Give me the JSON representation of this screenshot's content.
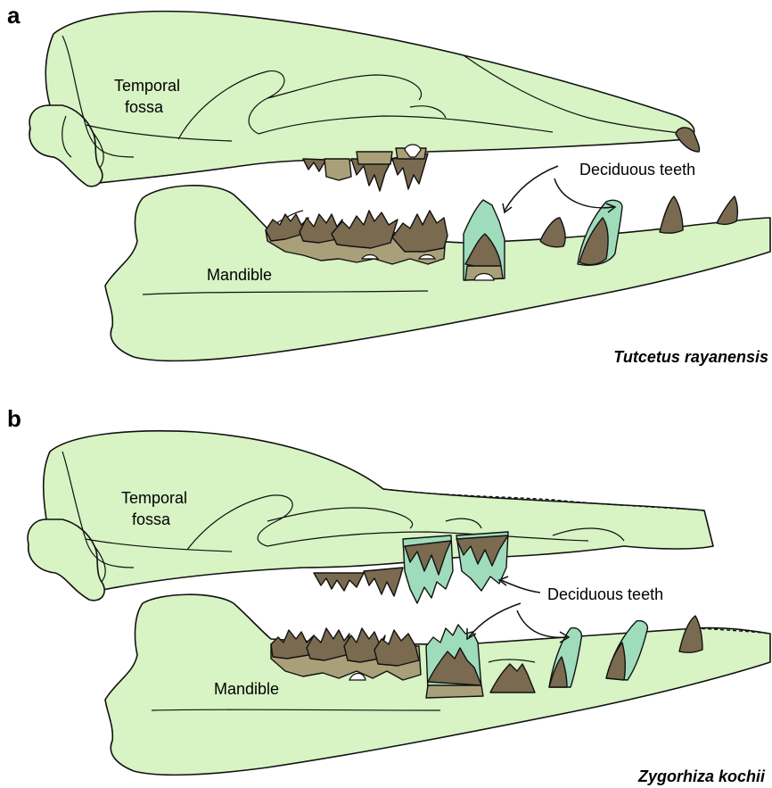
{
  "colors": {
    "bone": "#d8f3c4",
    "tooth_crown": "#7a6a4f",
    "tooth_root": "#a9a07a",
    "deciduous": "#9fdcbc",
    "outline": "#111111"
  },
  "panels": [
    {
      "letter": "a",
      "labels": {
        "temporal_fossa_line1": "Temporal",
        "temporal_fossa_line2": "fossa",
        "mandible": "Mandible",
        "deciduous_teeth": "Deciduous teeth"
      },
      "species": "Tutcetus rayanensis"
    },
    {
      "letter": "b",
      "labels": {
        "temporal_fossa_line1": "Temporal",
        "temporal_fossa_line2": "fossa",
        "mandible": "Mandible",
        "deciduous_teeth": "Deciduous teeth"
      },
      "species": "Zygorhiza kochii"
    }
  ]
}
